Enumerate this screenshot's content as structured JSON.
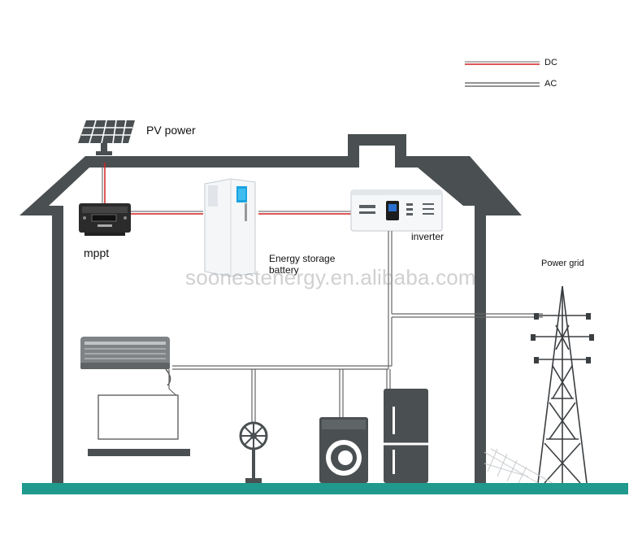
{
  "legend": {
    "dc_label": "DC",
    "ac_label": "AC"
  },
  "labels": {
    "pv_power": "PV power",
    "mppt": "mppt",
    "battery": "Energy storage\nbattery",
    "inverter": "inverter",
    "power_grid": "Power grid"
  },
  "watermark": "soonestenergy.en.alibaba.com",
  "colors": {
    "dc": "#d42020",
    "ac": "#444444",
    "house": "#4a4f51",
    "ground": "#1f9a8c"
  }
}
